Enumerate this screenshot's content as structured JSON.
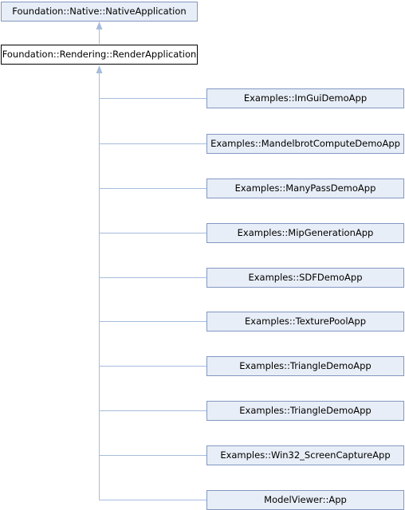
{
  "diagram": {
    "root": {
      "label": "Foundation::Native::NativeApplication"
    },
    "current": {
      "label": "Foundation::Rendering::RenderApplication"
    },
    "children": [
      {
        "label": "Examples::ImGuiDemoApp"
      },
      {
        "label": "Examples::MandelbrotComputeDemoApp"
      },
      {
        "label": "Examples::ManyPassDemoApp"
      },
      {
        "label": "Examples::MipGenerationApp"
      },
      {
        "label": "Examples::SDFDemoApp"
      },
      {
        "label": "Examples::TexturePoolApp"
      },
      {
        "label": "Examples::TriangleDemoApp"
      },
      {
        "label": "Examples::TriangleDemoApp"
      },
      {
        "label": "Examples::Win32_ScreenCaptureApp"
      },
      {
        "label": "ModelViewer::App"
      }
    ],
    "colors": {
      "linked_fill": "#e8eef7",
      "linked_border": "#8197c2",
      "current_border": "#000000",
      "edge": "#a6bcdc",
      "background": "#ffffff"
    }
  }
}
